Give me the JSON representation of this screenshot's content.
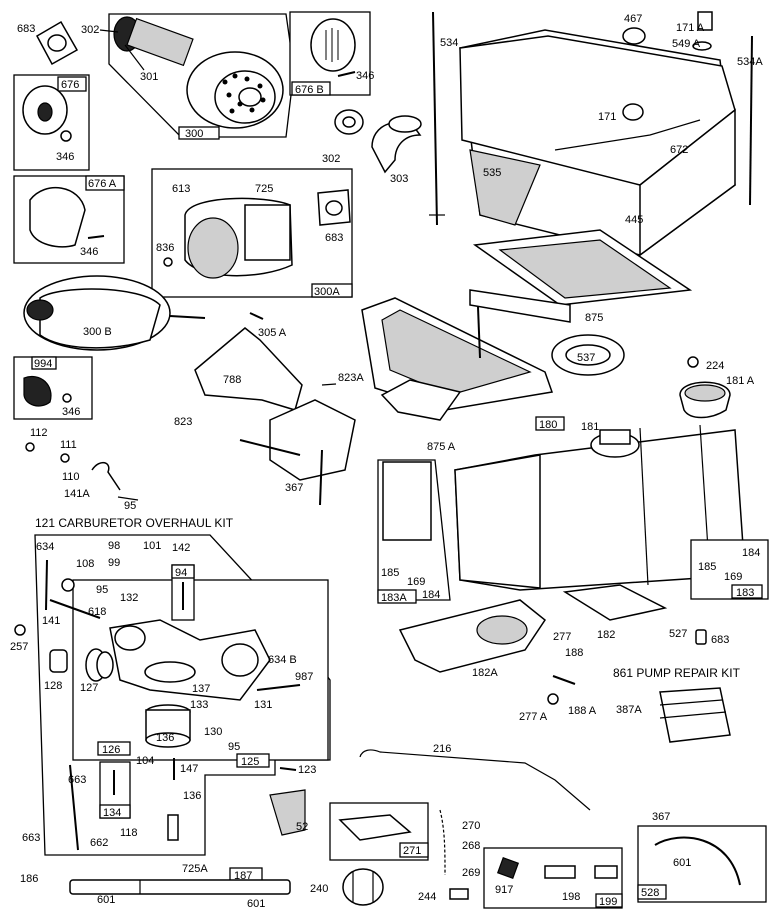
{
  "diagram": {
    "section_titles": {
      "carb_kit": "121 CARBURETOR OVERHAUL KIT",
      "pump_kit": "861 PUMP REPAIR KIT"
    },
    "box_labels": {
      "b300": "300",
      "b676": "676",
      "b676b": "676 B",
      "b676a": "676 A",
      "b300a": "300A",
      "b994": "994",
      "b180": "180",
      "b183a": "183A",
      "b183": "183",
      "b94": "94",
      "b126": "126",
      "b125": "125",
      "b134": "134",
      "b187": "187",
      "b271": "271",
      "b199": "199",
      "b528": "528"
    },
    "callouts": {
      "c683a": "683",
      "c302a": "302",
      "c301": "301",
      "c346a": "346",
      "c346b": "346",
      "c302b": "302",
      "c303": "303",
      "c467": "467",
      "c171a": "171 A",
      "c549a": "549 A",
      "c534": "534",
      "c534a": "534A",
      "c171": "171",
      "c672": "672",
      "c535": "535",
      "c445": "445",
      "c613": "613",
      "c725": "725",
      "c836": "836",
      "c683b": "683",
      "c346c": "346",
      "c300b": "300 B",
      "c305a": "305 A",
      "c875": "875",
      "c537": "537",
      "c224": "224",
      "c181a": "181 A",
      "c788": "788",
      "c823a": "823A",
      "c823": "823",
      "c346d": "346",
      "c112": "112",
      "c111": "111",
      "c110": "110",
      "c141a": "141A",
      "c95a": "95",
      "c367a": "367",
      "c875a": "875 A",
      "c181": "181",
      "c185a": "185",
      "c169a": "169",
      "c184a": "184",
      "c184b": "184",
      "c185b": "185",
      "c169b": "169",
      "c634": "634",
      "c98": "98",
      "c101": "101",
      "c99": "99",
      "c142": "142",
      "c108": "108",
      "c95b": "95",
      "c132": "132",
      "c141": "141",
      "c618": "618",
      "c257": "257",
      "c128": "128",
      "c127": "127",
      "c137": "137",
      "c634b": "634 B",
      "c987": "987",
      "c131": "131",
      "c133": "133",
      "c136a": "136",
      "c130": "130",
      "c95c": "95",
      "c104": "104",
      "c123": "123",
      "c663a": "663",
      "c147": "147",
      "c136b": "136",
      "c118": "118",
      "c663b": "663",
      "c662": "662",
      "c182a": "182A",
      "c277": "277",
      "c188": "188",
      "c182": "182",
      "c527": "527",
      "c683c": "683",
      "c277a": "277 A",
      "c188a": "188 A",
      "c387a": "387A",
      "c216": "216",
      "c52": "52",
      "c270": "270",
      "c268": "268",
      "c269": "269",
      "c367b": "367",
      "c601a": "601",
      "c186": "186",
      "c725a": "725A",
      "c601b": "601",
      "c601c": "601",
      "c240": "240",
      "c244": "244",
      "c917": "917",
      "c198": "198"
    }
  }
}
